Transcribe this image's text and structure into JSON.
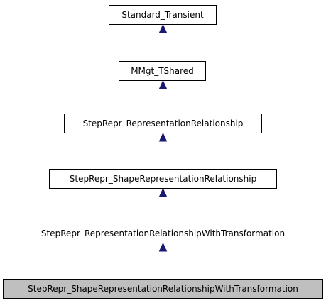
{
  "diagram": {
    "type": "inheritance-graph",
    "edge_color": "#191970",
    "current_node_fill": "#bfbfbf",
    "nodes": [
      {
        "id": "standard-transient",
        "label": "Standard_Transient",
        "current": false
      },
      {
        "id": "mmgt-tshared",
        "label": "MMgt_TShared",
        "current": false
      },
      {
        "id": "steprepr-representationrelationship",
        "label": "StepRepr_RepresentationRelationship",
        "current": false
      },
      {
        "id": "steprepr-shaperepresentationrelationship",
        "label": "StepRepr_ShapeRepresentationRelationship",
        "current": false
      },
      {
        "id": "steprepr-representationrelationshipwithtransformation",
        "label": "StepRepr_RepresentationRelationshipWithTransformation",
        "current": false
      },
      {
        "id": "steprepr-shaperepresentationrelationshipwithtransformation",
        "label": "StepRepr_ShapeRepresentationRelationshipWithTransformation",
        "current": true
      }
    ],
    "edges": [
      {
        "from": "mmgt-tshared",
        "to": "standard-transient"
      },
      {
        "from": "steprepr-representationrelationship",
        "to": "mmgt-tshared"
      },
      {
        "from": "steprepr-shaperepresentationrelationship",
        "to": "steprepr-representationrelationship"
      },
      {
        "from": "steprepr-representationrelationshipwithtransformation",
        "to": "steprepr-shaperepresentationrelationship"
      },
      {
        "from": "steprepr-shaperepresentationrelationshipwithtransformation",
        "to": "steprepr-representationrelationshipwithtransformation"
      }
    ]
  }
}
